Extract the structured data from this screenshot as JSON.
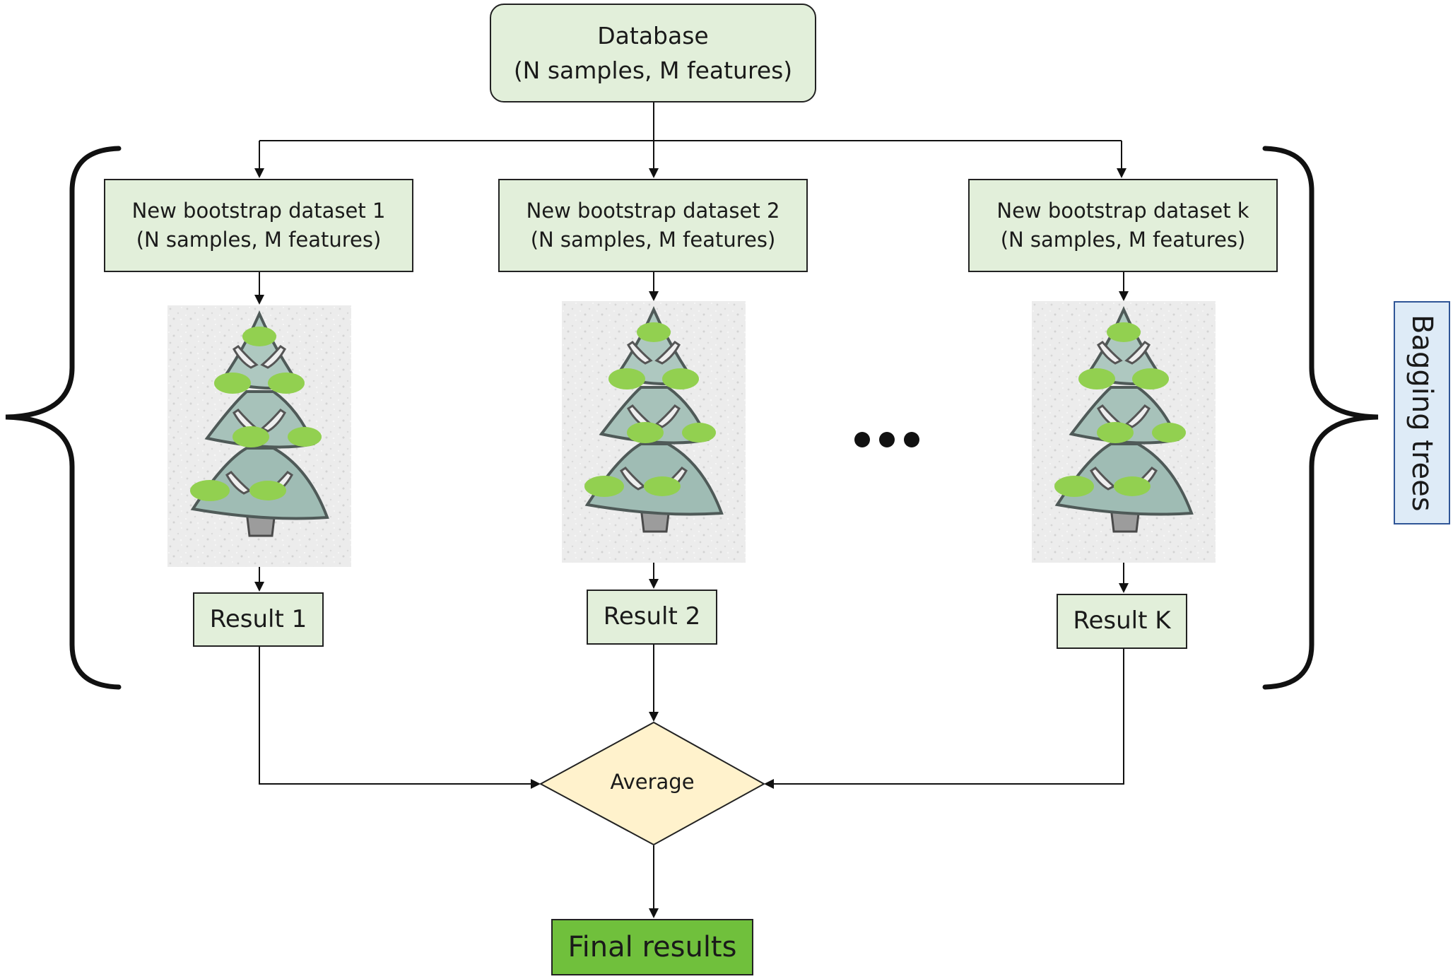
{
  "database": {
    "line1": "Database",
    "line2": "(N samples, M features)"
  },
  "datasets": [
    {
      "line1": "New bootstrap dataset 1",
      "line2": "(N samples, M features)"
    },
    {
      "line1": "New bootstrap dataset 2",
      "line2": "(N samples, M features)"
    },
    {
      "line1": "New bootstrap dataset k",
      "line2": "(N samples, M features)"
    }
  ],
  "results": [
    "Result 1",
    "Result 2",
    "Result K"
  ],
  "average": "Average",
  "final": "Final results",
  "bagging_label": "Bagging trees",
  "colors": {
    "box_fill": "#e2efda",
    "diamond_fill": "#fff2cc",
    "final_fill": "#70c03c",
    "bagging_fill": "#deebf7",
    "bagging_border": "#2f5597",
    "tree_green": "#92d050",
    "tree_body": "#9fbcb4"
  },
  "icons": [
    "tree-icon",
    "ellipsis-icon",
    "left-brace-icon",
    "right-brace-icon"
  ]
}
